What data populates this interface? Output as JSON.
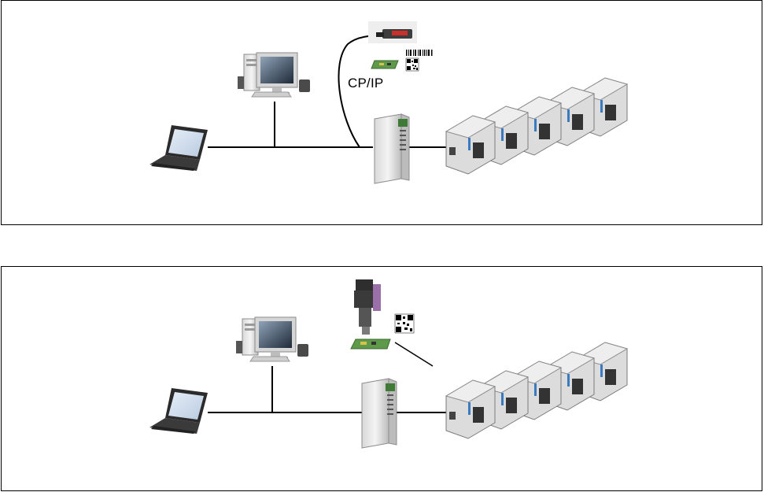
{
  "panels": [
    {
      "id": "top",
      "protocol_label": "CP/IP"
    },
    {
      "id": "bottom"
    }
  ]
}
